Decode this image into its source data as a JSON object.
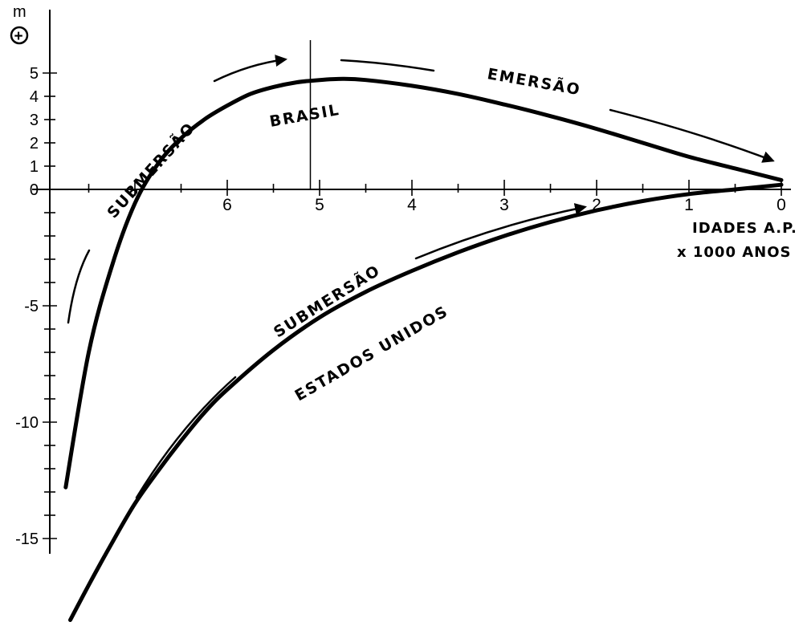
{
  "chart_data": {
    "type": "line",
    "y_unit": "m",
    "y_unit_symbol": "+",
    "x_axis_title_line1": "IDADES A.P.",
    "x_axis_title_line2": "x 1000 ANOS",
    "x_reversed": true,
    "xlim": [
      7.75,
      0
    ],
    "ylim": [
      -15.5,
      7.5
    ],
    "x_ticks": [
      6,
      5,
      4,
      3,
      2,
      1,
      0
    ],
    "x_tick_labels": [
      "6",
      "5",
      "4",
      "3",
      "2",
      "1",
      "0"
    ],
    "y_ticks": [
      -15,
      -10,
      -5,
      0,
      1,
      2,
      3,
      4,
      5
    ],
    "y_tick_labels": [
      "-15",
      "-10",
      "-5",
      "0",
      "1",
      "2",
      "3",
      "4",
      "5"
    ],
    "y_minor_step": 1,
    "x_minor_step": 0.5,
    "marker_line_x": 5.1,
    "series": [
      {
        "name": "BRASIL",
        "x": [
          7.75,
          7.5,
          7.25,
          7.0,
          6.75,
          6.5,
          6.25,
          6.0,
          5.75,
          5.5,
          5.25,
          5.0,
          4.75,
          4.5,
          4.0,
          3.5,
          3.0,
          2.5,
          2.0,
          1.5,
          1.0,
          0.5,
          0.0
        ],
        "y": [
          -12.8,
          -7.0,
          -3.3,
          -0.6,
          1.1,
          2.2,
          3.0,
          3.6,
          4.1,
          4.4,
          4.6,
          4.7,
          4.75,
          4.7,
          4.45,
          4.1,
          3.65,
          3.15,
          2.6,
          2.0,
          1.4,
          0.9,
          0.4
        ]
      },
      {
        "name": "ESTADOS UNIDOS",
        "x": [
          7.7,
          7.5,
          7.25,
          7.0,
          6.75,
          6.5,
          6.25,
          6.0,
          5.5,
          5.0,
          4.5,
          4.0,
          3.5,
          3.0,
          2.5,
          2.0,
          1.5,
          1.0,
          0.5,
          0.0
        ],
        "y": [
          -18.5,
          -17.0,
          -15.2,
          -13.5,
          -12.1,
          -10.8,
          -9.6,
          -8.6,
          -6.9,
          -5.5,
          -4.4,
          -3.5,
          -2.7,
          -2.0,
          -1.4,
          -0.9,
          -0.5,
          -0.2,
          0.0,
          0.2
        ]
      }
    ],
    "annotations": [
      {
        "text": "SUBMERSÃO",
        "series": "BRASIL"
      },
      {
        "text": "BRASIL",
        "series": "BRASIL"
      },
      {
        "text": "EMERSÃO",
        "series": "BRASIL"
      },
      {
        "text": "SUBMERSÃO",
        "series": "ESTADOS UNIDOS"
      },
      {
        "text": "ESTADOS UNIDOS",
        "series": "ESTADOS UNIDOS"
      }
    ]
  }
}
